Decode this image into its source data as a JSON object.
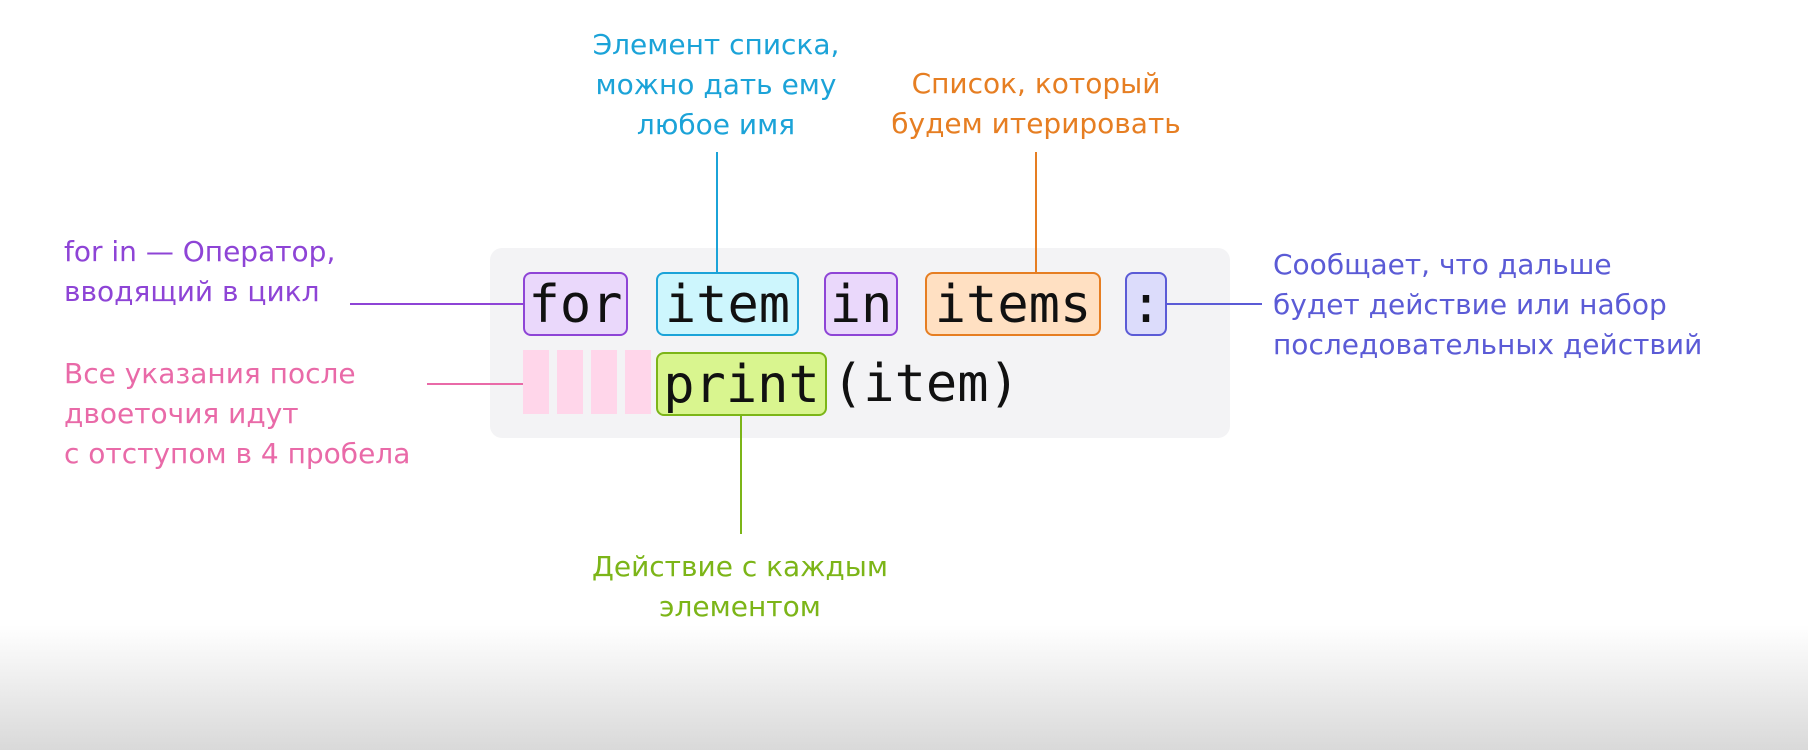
{
  "code": {
    "line1": {
      "kw_for": "for",
      "var_item": "item",
      "kw_in": "in",
      "list_items": "items",
      "colon": ":"
    },
    "line2": {
      "func": "print",
      "args": "(item)"
    },
    "indent_spaces": 4
  },
  "annotations": {
    "for_in": "for in — Оператор,\nвводящий в цикл",
    "indent": "Все указания после\nдвоеточия идут\nс отступом в 4 пробела",
    "item": "Элемент списка,\nможно дать ему\nлюбое имя",
    "items": "Список, который\nбудем итерировать",
    "colon": "Сообщает, что дальше\nбудет действие или набор\nпоследовательных действий",
    "print": "Действие с каждым\nэлементом"
  },
  "colors": {
    "for_in": "#8e44d6",
    "item": "#1ba3d8",
    "items": "#e67e22",
    "colon": "#5b5bd6",
    "indent": "#e96aa8",
    "print": "#7cb518"
  }
}
